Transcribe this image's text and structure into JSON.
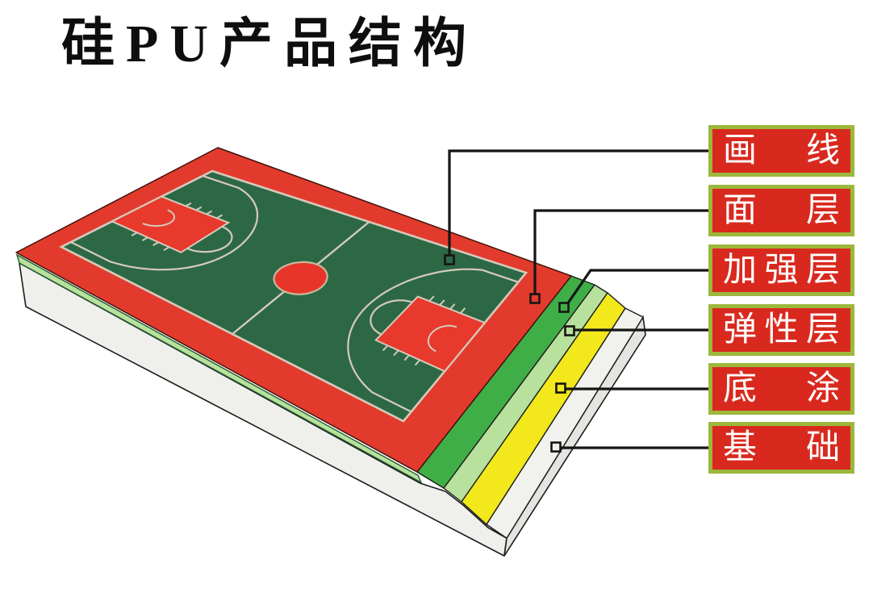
{
  "title": "硅PU产品结构",
  "labels": [
    {
      "id": "line-marking",
      "text": "画线"
    },
    {
      "id": "surface-layer",
      "text": "面层"
    },
    {
      "id": "reinforcement-layer",
      "text": "加强层"
    },
    {
      "id": "elastic-layer",
      "text": "弹性层"
    },
    {
      "id": "primer",
      "text": "底涂"
    },
    {
      "id": "foundation",
      "text": "基础"
    }
  ],
  "colors": {
    "title_text": "#0e0e0e",
    "label_box_bg": "#d9291e",
    "label_box_border": "#9cb83c",
    "label_text": "#ffffff",
    "court_border_red": "#e23b2d",
    "court_green": "#2d6845",
    "court_line": "#d5cabb",
    "center_circle_red": "#e8352a",
    "center_circle_line": "#c9b89e",
    "key_red": "#e8392d",
    "reinforcement_green": "#3fae47",
    "elastic_pale_green": "#b7e19c",
    "primer_yellow": "#f2e81c",
    "foundation_white": "#f1f1ee",
    "foundation_side_gray": "#e4e4e1",
    "left_face_white": "#efefec",
    "dark_edge": "#1c1c1c",
    "connector_black": "#151515"
  }
}
